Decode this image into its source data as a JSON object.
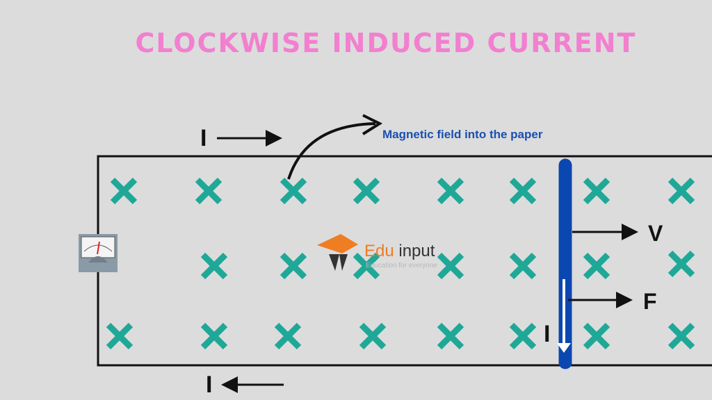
{
  "title": "CLOCKWISE INDUCED CURRENT",
  "field_label": "Magnetic field into the paper",
  "current_top": "I",
  "current_bottom": "I",
  "current_rod": "I",
  "velocity_label": "V",
  "force_label": "F",
  "logo": {
    "brand_a": "Edu",
    "brand_b": " input",
    "tagline": "Education for everyone"
  },
  "colors": {
    "title": "#f27fcf",
    "cross": "#1fa897",
    "rod": "#0b47b0",
    "field_text": "#1a4fb0"
  }
}
